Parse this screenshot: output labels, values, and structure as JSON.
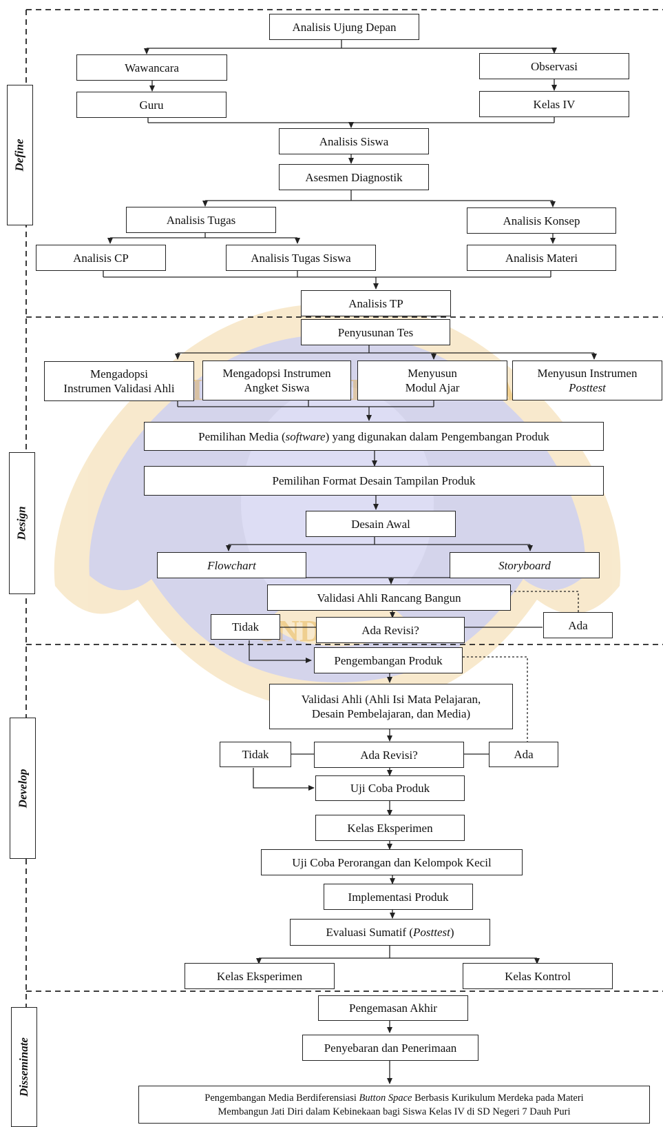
{
  "phases": {
    "define": "Define",
    "design": "Design",
    "develop": "Develop",
    "disseminate": "Disseminate"
  },
  "define": {
    "analisis_ujung_depan": "Analisis Ujung Depan",
    "wawancara": "Wawancara",
    "observasi": "Observasi",
    "guru": "Guru",
    "kelas_iv": "Kelas IV",
    "analisis_siswa": "Analisis Siswa",
    "asesmen_diagnostik": "Asesmen Diagnostik",
    "analisis_tugas": "Analisis Tugas",
    "analisis_konsep": "Analisis Konsep",
    "analisis_cp": "Analisis CP",
    "analisis_tugas_siswa": "Analisis Tugas Siswa",
    "analisis_materi": "Analisis Materi",
    "analisis_tp": "Analisis TP"
  },
  "design": {
    "penyusunan_tes": "Penyusunan Tes",
    "mengadopsi_validasi": [
      "Mengadopsi",
      "Instrumen Validasi Ahli"
    ],
    "mengadopsi_angket": [
      "Mengadopsi Instrumen",
      "Angket Siswa"
    ],
    "menyusun_modul": [
      "Menyusun",
      "Modul Ajar"
    ],
    "menyusun_posttest": [
      "Menyusun Instrumen",
      "Posttest"
    ],
    "pemilihan_media": [
      "Pemilihan Media (",
      "software",
      ") yang digunakan dalam Pengembangan Produk"
    ],
    "pemilihan_format": "Pemilihan Format Desain Tampilan Produk",
    "desain_awal": "Desain Awal",
    "flowchart": "Flowchart",
    "storyboard": "Storyboard",
    "validasi_rancang": "Validasi Ahli Rancang Bangun",
    "tidak": "Tidak",
    "ada_revisi": "Ada Revisi?",
    "ada": "Ada"
  },
  "develop": {
    "pengembangan_produk": "Pengembangan Produk",
    "validasi_ahli": [
      "Validasi Ahli (Ahli Isi Mata Pelajaran,",
      "Desain Pembelajaran, dan Media)"
    ],
    "tidak": "Tidak",
    "ada_revisi": "Ada Revisi?",
    "ada": "Ada",
    "uji_coba_produk": "Uji Coba Produk",
    "kelas_eksperimen": "Kelas Eksperimen",
    "uji_perorangan": "Uji Coba Perorangan dan Kelompok Kecil",
    "implementasi": "Implementasi Produk",
    "evaluasi": [
      "Evaluasi Sumatif (",
      "Posttest",
      ")"
    ],
    "kelas_eksperimen_2": "Kelas Eksperimen",
    "kelas_kontrol": "Kelas Kontrol"
  },
  "disseminate": {
    "pengemasan_akhir": "Pengemasan Akhir",
    "penyebaran": "Penyebaran dan Penerimaan",
    "final": [
      "Pengembangan Media Berdiferensiasi ",
      "Button Space",
      " Berbasis Kurikulum Merdeka pada Materi",
      "Membangun Jati Diri dalam Kebinekaan bagi Siswa Kelas IV di SD Negeri 7 Dauh Puri"
    ]
  },
  "colors": {
    "line": "#222222",
    "watermark_blue": "#3f3fa8",
    "watermark_gold": "#e0a020"
  },
  "watermark": {
    "text_top": "UNIVERSITAS PENDIDIKAN GANESHA",
    "text_bottom": "UNDIKSHA"
  }
}
